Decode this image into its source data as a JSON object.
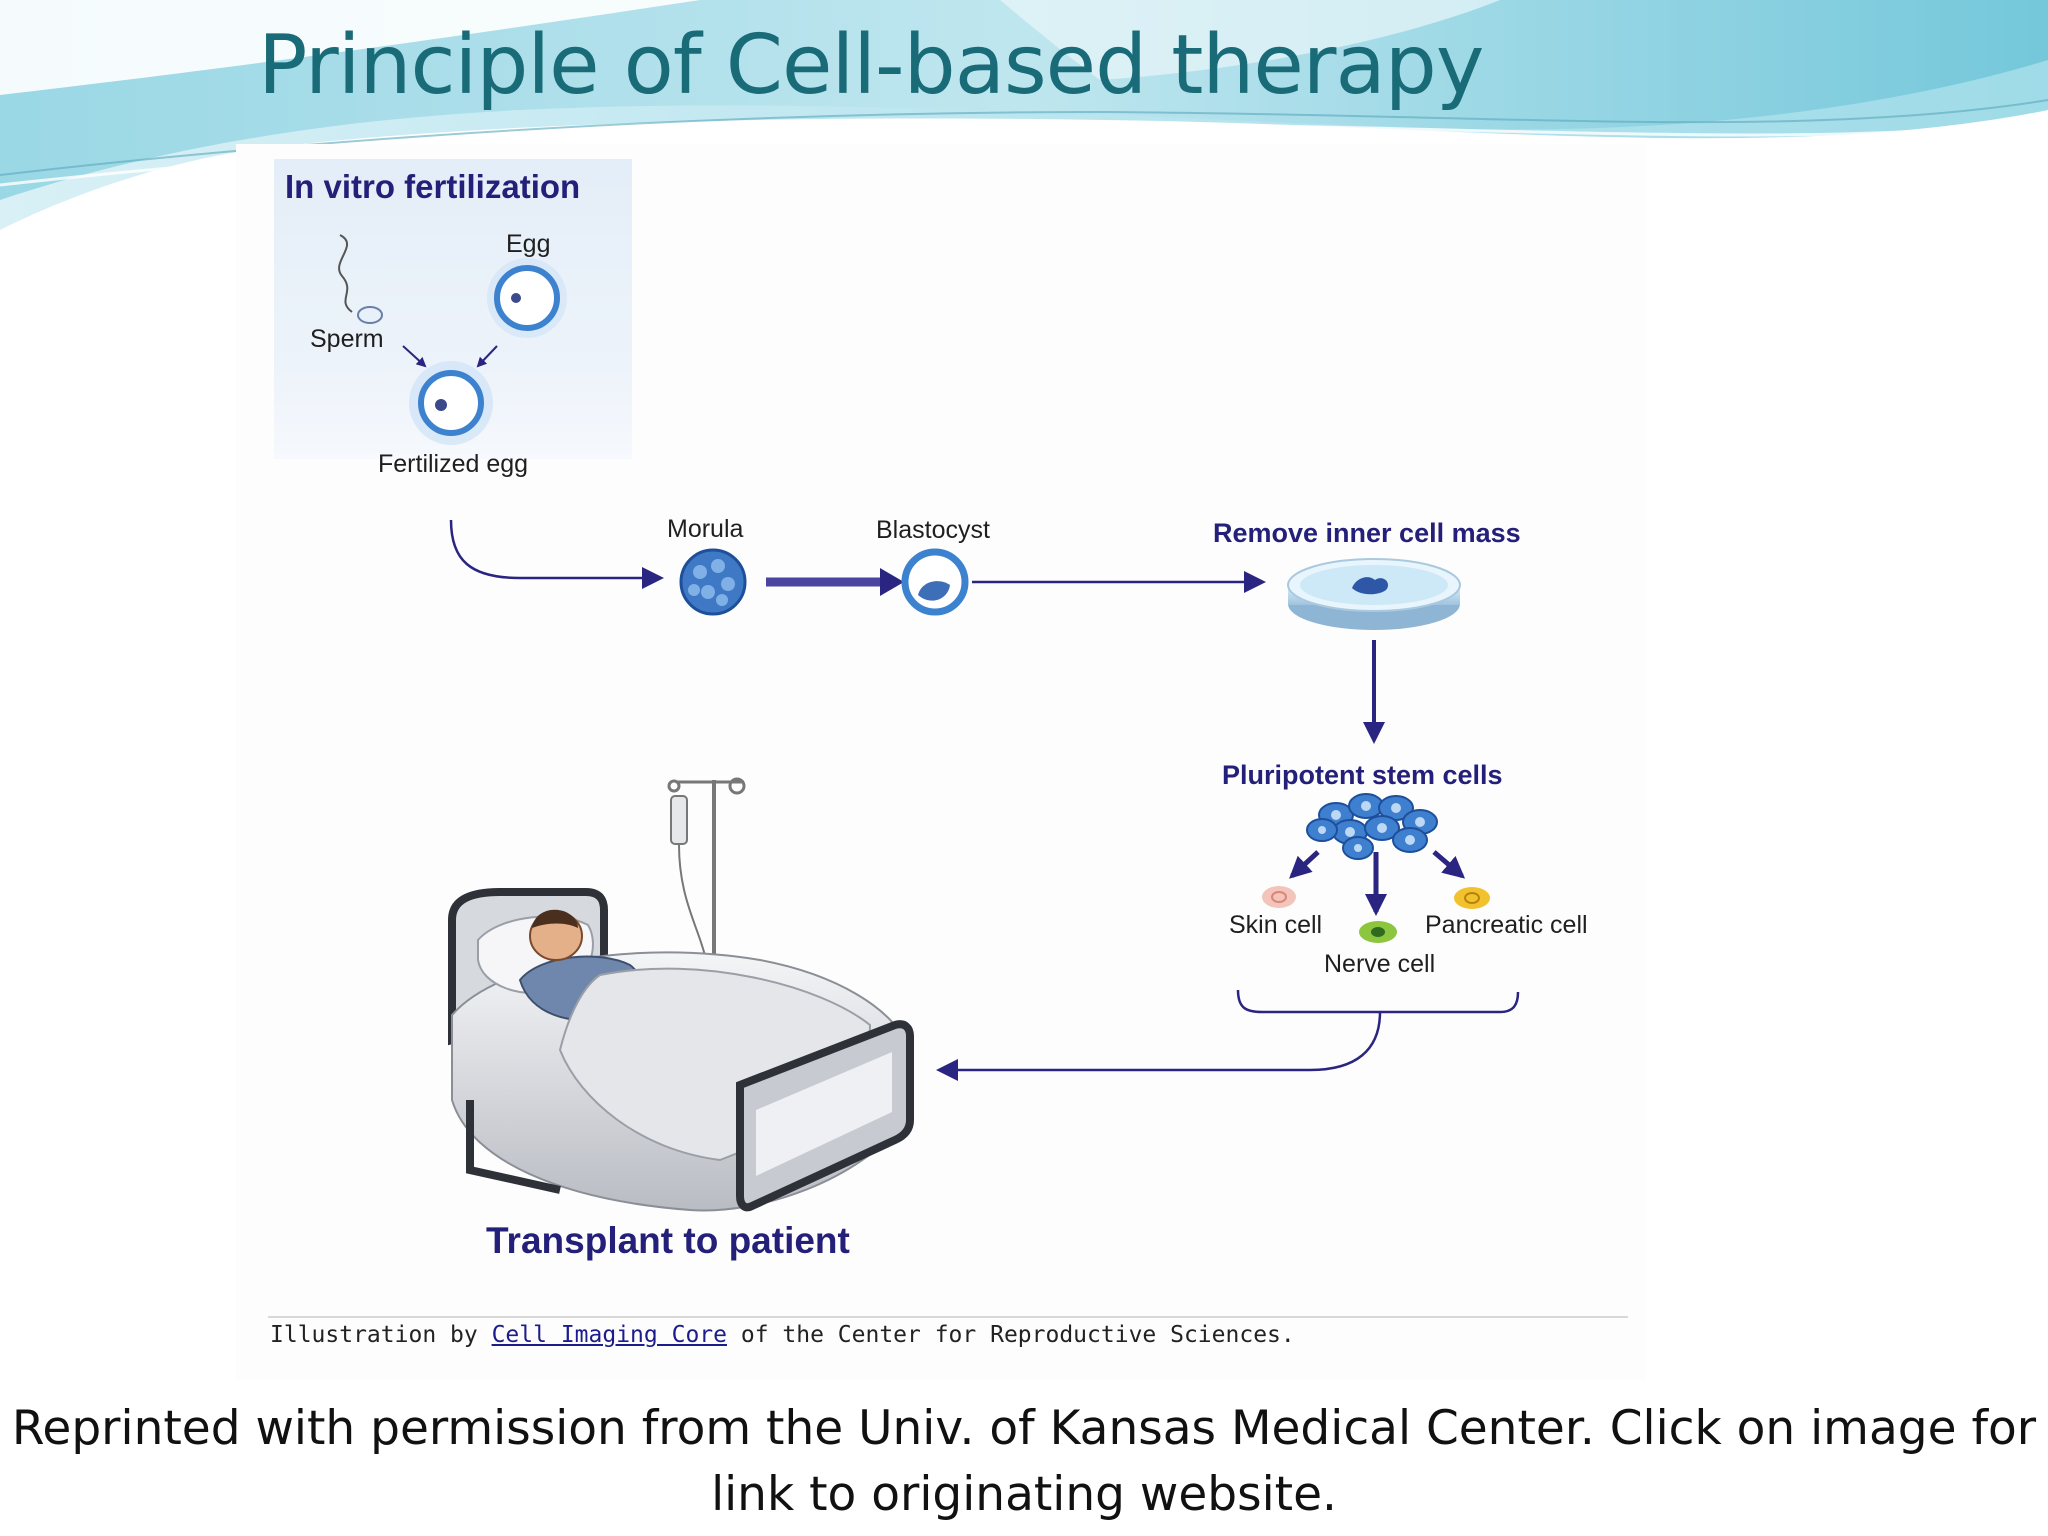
{
  "slide": {
    "title": "Principle of Cell-based therapy",
    "caption": "Reprinted with permission from the Univ. of Kansas Medical Center. Click on image for link to originating website."
  },
  "diagram": {
    "ivf_heading": "In vitro fertilization",
    "egg": "Egg",
    "sperm": "Sperm",
    "fertilized_egg": "Fertilized egg",
    "morula": "Morula",
    "blastocyst": "Blastocyst",
    "remove_icm": "Remove inner cell mass",
    "pluripotent": "Pluripotent stem cells",
    "skin_cell": "Skin cell",
    "nerve_cell": "Nerve cell",
    "pancreatic_cell": "Pancreatic cell",
    "transplant": "Transplant to patient"
  },
  "credit": {
    "prefix": "Illustration by",
    "link": "Cell Imaging Core",
    "suffix": "of the Center for Reproductive Sciences."
  },
  "colors": {
    "title": "#1a6b78",
    "arrow": "#2a2580",
    "diagram_heading": "#24207a",
    "cell_blue": "#2e6fbe",
    "skin_cell": "#f0b2a6",
    "nerve_cell": "#8cc63f",
    "pancreatic_cell": "#f2c22e"
  }
}
